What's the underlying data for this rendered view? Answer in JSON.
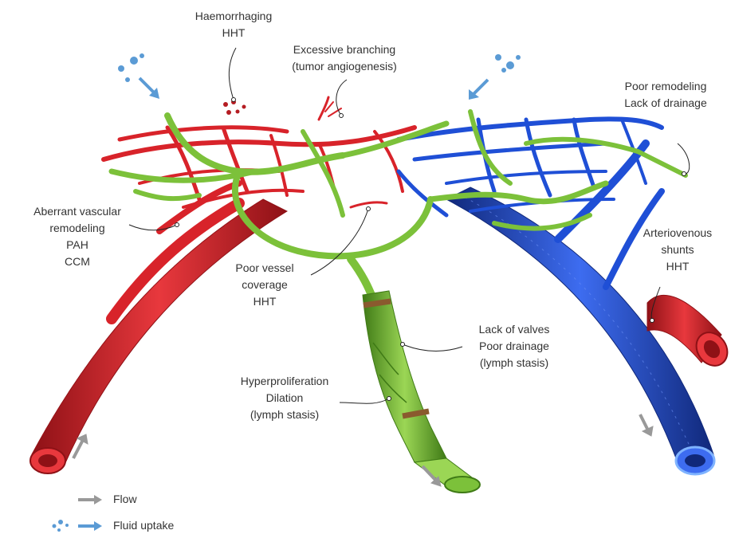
{
  "colors": {
    "artery": "#d8232a",
    "artery_dark": "#9e1418",
    "vein": "#1f4fd6",
    "vein_dark": "#14318c",
    "lymph": "#7cc13a",
    "lymph_dark": "#4a8a1c",
    "valve_band": "#8a5a2e",
    "flow_arrow": "#999999",
    "uptake": "#5b9bd5",
    "leader": "#222222",
    "text": "#333333"
  },
  "labels": {
    "haemorrhaging": {
      "line1": "Haemorrhaging",
      "line2": "HHT"
    },
    "excessive_branching": {
      "line1": "Excessive branching",
      "line2": "(tumor angiogenesis)"
    },
    "poor_remodeling": {
      "line1": "Poor remodeling",
      "line2": "Lack of drainage"
    },
    "aberrant_remodeling": {
      "line1": "Aberrant vascular",
      "line2": "remodeling",
      "line3": "PAH",
      "line4": "CCM"
    },
    "poor_coverage": {
      "line1": "Poor vessel",
      "line2": "coverage",
      "line3": "HHT"
    },
    "av_shunts": {
      "line1": "Arteriovenous",
      "line2": "shunts",
      "line3": "HHT"
    },
    "lack_valves": {
      "line1": "Lack of valves",
      "line2": "Poor drainage",
      "line3": "(lymph stasis)"
    },
    "hyperproliferation": {
      "line1": "Hyperproliferation",
      "line2": "Dilation",
      "line3": "(lymph stasis)"
    }
  },
  "legend": {
    "flow": {
      "icon": "gray-arrow-icon",
      "label": "Flow"
    },
    "uptake": {
      "icon": "blue-arrow-with-droplets-icon",
      "label": "Fluid uptake"
    }
  }
}
